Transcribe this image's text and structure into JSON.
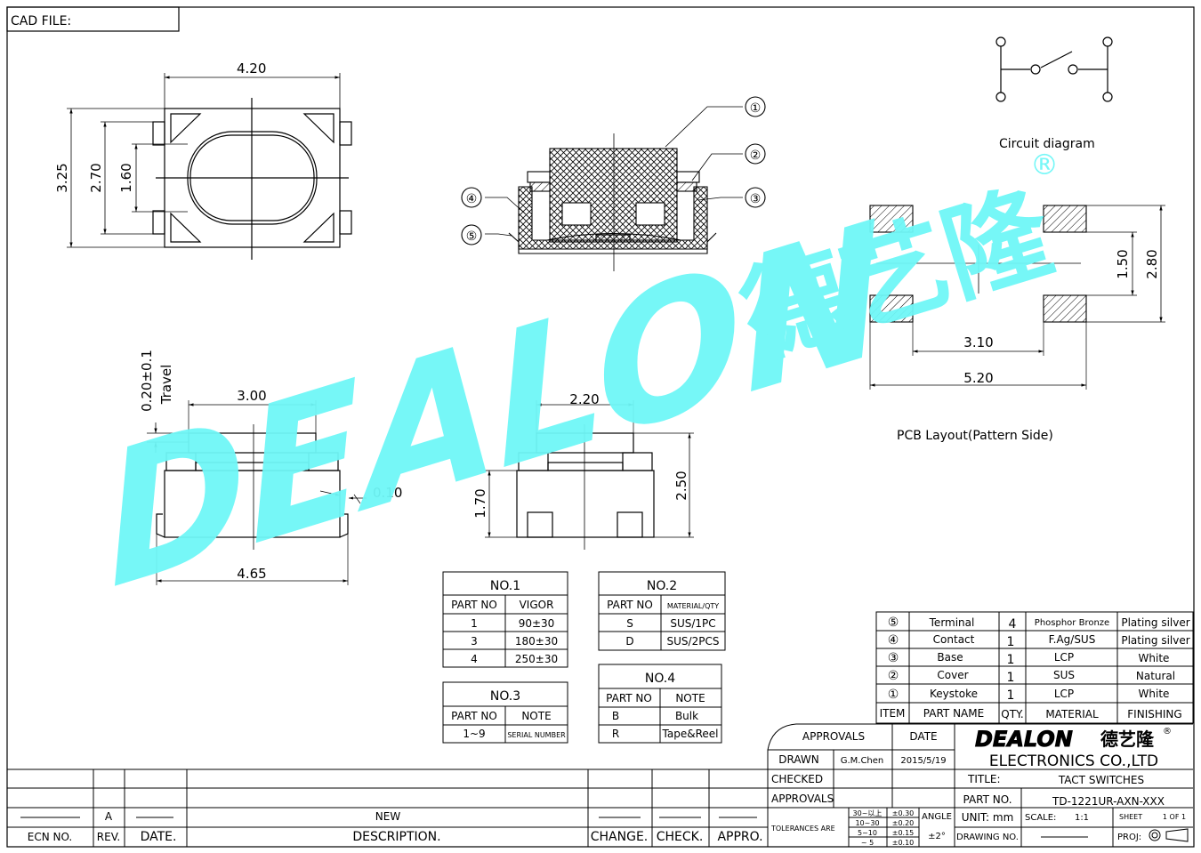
{
  "cad_file": "CAD FILE:",
  "circuit_diagram": "Circuit diagram",
  "pcb_layout": "PCB Layout(Pattern Side)",
  "watermark": {
    "text": "DEALON",
    "cn": "德艺隆",
    "reg": "®"
  },
  "dims": {
    "w420": "4.20",
    "h325": "3.25",
    "h270": "2.70",
    "h160": "1.60",
    "w300": "3.00",
    "travel_val": "0.20±0.1",
    "travel": "Travel",
    "d010": "0.10",
    "w465": "4.65",
    "w220": "2.20",
    "h170": "1.70",
    "h250": "2.50",
    "p150": "1.50",
    "p280": "2.80",
    "p310": "3.10",
    "p520": "5.20"
  },
  "callouts": [
    "①",
    "②",
    "③",
    "④",
    "⑤"
  ],
  "no1": {
    "title": "NO.1",
    "h": [
      "PART NO",
      "VIGOR"
    ],
    "rows": [
      [
        "1",
        "90±30"
      ],
      [
        "3",
        "180±30"
      ],
      [
        "4",
        "250±30"
      ]
    ]
  },
  "no2": {
    "title": "NO.2",
    "h": [
      "PART NO",
      "MATERIAL/QTY"
    ],
    "rows": [
      [
        "S",
        "SUS/1PC"
      ],
      [
        "D",
        "SUS/2PCS"
      ]
    ]
  },
  "no3": {
    "title": "NO.3",
    "h": [
      "PART NO",
      "NOTE"
    ],
    "rows": [
      [
        "1~9",
        "SERIAL NUMBER"
      ]
    ]
  },
  "no4": {
    "title": "NO.4",
    "h": [
      "PART NO",
      "NOTE"
    ],
    "rows": [
      [
        "B",
        "Bulk"
      ],
      [
        "R",
        "Tape&Reel"
      ]
    ]
  },
  "bom": {
    "rows": [
      [
        "⑤",
        "Terminal",
        "4",
        "Phosphor Bronze",
        "Plating silver"
      ],
      [
        "④",
        "Contact",
        "1",
        "F.Ag/SUS",
        "Plating silver"
      ],
      [
        "③",
        "Base",
        "1",
        "LCP",
        "White"
      ],
      [
        "②",
        "Cover",
        "1",
        "SUS",
        "Natural"
      ],
      [
        "①",
        "Keystoke",
        "1",
        "LCP",
        "White"
      ]
    ],
    "h": [
      "ITEM",
      "PART NAME",
      "QTY.",
      "MATERIAL",
      "FINISHING"
    ]
  },
  "title_block": {
    "approvals": "APPROVALS",
    "date": "DATE",
    "drawn": "DRAWN",
    "drawn_by": "G.M.Chen",
    "drawn_date": "2015/5/19",
    "checked": "CHECKED",
    "approvals2": "APPROVALS",
    "tolerances": "TOLERANCES ARE",
    "tol_ranges": [
      "30~以上",
      "10~30",
      "5~10",
      "~ 5"
    ],
    "tol_vals": [
      "±0.30",
      "±0.20",
      "±0.15",
      "±0.10"
    ],
    "angle": "ANGLE",
    "angle_val": "±2°",
    "company": "ELECTRONICS CO.,LTD",
    "title_lbl": "TITLE:",
    "title_val": "TACT SWITCHES",
    "part_lbl": "PART NO.",
    "part_val": "TD-1221UR-AXN-XXX",
    "unit": "UNIT: mm",
    "scale": "SCALE:",
    "scale_val": "1:1",
    "sheet": "SHEET",
    "sheet_val": "1 OF 1",
    "drawing_no": "DRAWING NO.",
    "proj": "PROJ:"
  },
  "revision": {
    "row": [
      "A",
      "NEW"
    ],
    "h": [
      "ECN NO.",
      "REV.",
      "DATE.",
      "DESCRIPTION.",
      "CHANGE.",
      "CHECK.",
      "APPRO."
    ]
  }
}
